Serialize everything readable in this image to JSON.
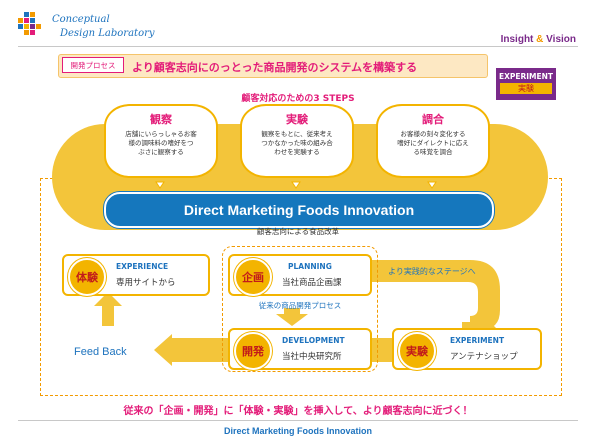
{
  "logo": {
    "line1": "Conceptual",
    "line2": "Design Laboratory"
  },
  "tagline": {
    "part1": "Insight",
    "amp": " & ",
    "part2": "Vision"
  },
  "banner": {
    "label": "開発プロセス",
    "text": "より顧客志向にのっとった商品開発のシステムを構築する"
  },
  "tag": {
    "title": "EXPERIMENT",
    "sub": "実験"
  },
  "steps_title": "顧客対応のための3 STEPS",
  "bubbles": [
    {
      "title": "観察",
      "line1": "店舗にいらっしゃるお客",
      "line2": "様の調味料の嗜好をつ",
      "line3": "ぶさに観察する"
    },
    {
      "title": "実験",
      "line1": "観察をもとに、従来考え",
      "line2": "つかなかった味の組み合",
      "line3": "わせを実験する"
    },
    {
      "title": "調合",
      "line1": "お客様の刻々変化する",
      "line2": "嗜好にダイレクトに応え",
      "line3": "る味覚を調合"
    }
  ],
  "main_banner": {
    "title": "Direct Marketing Foods Innovation",
    "sub": "顧客志向による食品改革"
  },
  "cards": {
    "experience": {
      "circle": "体験",
      "head": "EXPERIENCE",
      "body": "専用サイトから"
    },
    "planning": {
      "circle": "企画",
      "head": "PLANNING",
      "body": "当社商品企画課"
    },
    "development": {
      "circle": "開発",
      "head": "DEVELOPMENT",
      "body": "当社中央研究所"
    },
    "experiment": {
      "circle": "実験",
      "head": "EXPERIMENT",
      "body": "アンテナショップ"
    }
  },
  "conventional_label": "従来の商品開発プロセス",
  "practical_label": "より実践的なステージへ",
  "feedback": "Feed Back",
  "bottom_message": "従来の「企画・開発」に「体験・実験」を挿入して、より顧客志向に近づく！",
  "footer": "Direct Marketing Foods Innovation",
  "colors": {
    "accent_yellow": "#f3b400",
    "blue": "#1e73be",
    "magenta": "#e31c79",
    "red": "#c21a1a"
  }
}
